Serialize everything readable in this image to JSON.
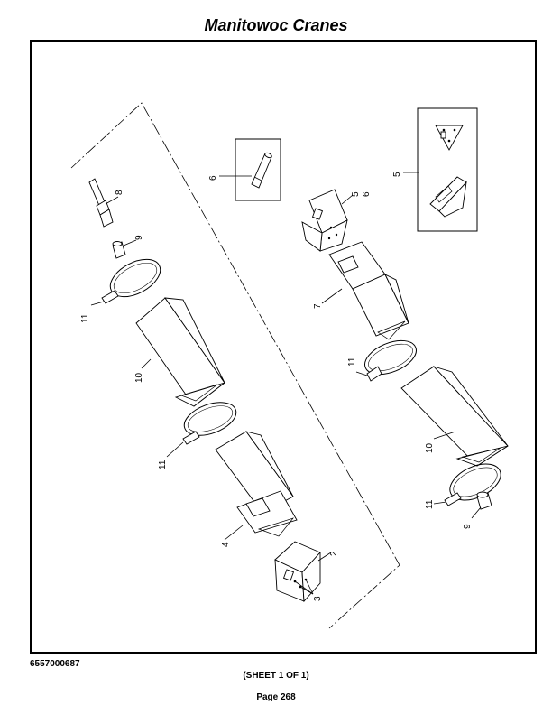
{
  "header": {
    "title": "Manitowoc Cranes"
  },
  "footer": {
    "drawing_number": "6557000687",
    "sheet": "(SHEET 1 OF 1)",
    "page": "Page 268"
  },
  "callouts": {
    "c2": "2",
    "c3": "3",
    "c4": "4",
    "c5_box": "5",
    "c5_tip": "5",
    "c6_tip": "6",
    "c6_box": "6",
    "c7": "7",
    "c8": "8",
    "c9_upper": "9",
    "c9_lower": "9",
    "c10_left": "10",
    "c10_right": "10",
    "c11_a": "11",
    "c11_b": "11",
    "c11_c": "11",
    "c11_d": "11"
  }
}
